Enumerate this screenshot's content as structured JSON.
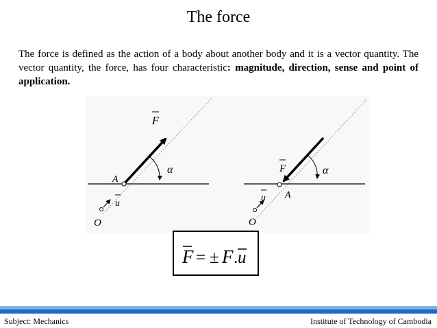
{
  "slide": {
    "title": "The force",
    "paragraph": {
      "intro": "The force is defined as the action of a body about another body and it is a vector quantity. The vector quantity, the force, has four characteristic",
      "colon": ":",
      "characteristics": "magnitude, direction, sense and point of application."
    }
  },
  "figure": {
    "left_diagram": {
      "force_label": "F",
      "angle_label": "α",
      "point_label": "A",
      "unit_label": "u",
      "origin_label": "O"
    },
    "right_diagram": {
      "force_label": "F",
      "angle_label": "α",
      "point_label": "A",
      "unit_label": "u",
      "origin_label": "O"
    }
  },
  "formula": {
    "lhs": "F",
    "equals": "=",
    "pm": "±",
    "F": "F",
    "dot": ".",
    "u": "u"
  },
  "footer": {
    "subject": "Subject: Mechanics",
    "institute": "Institute of Technology of Cambodia"
  }
}
